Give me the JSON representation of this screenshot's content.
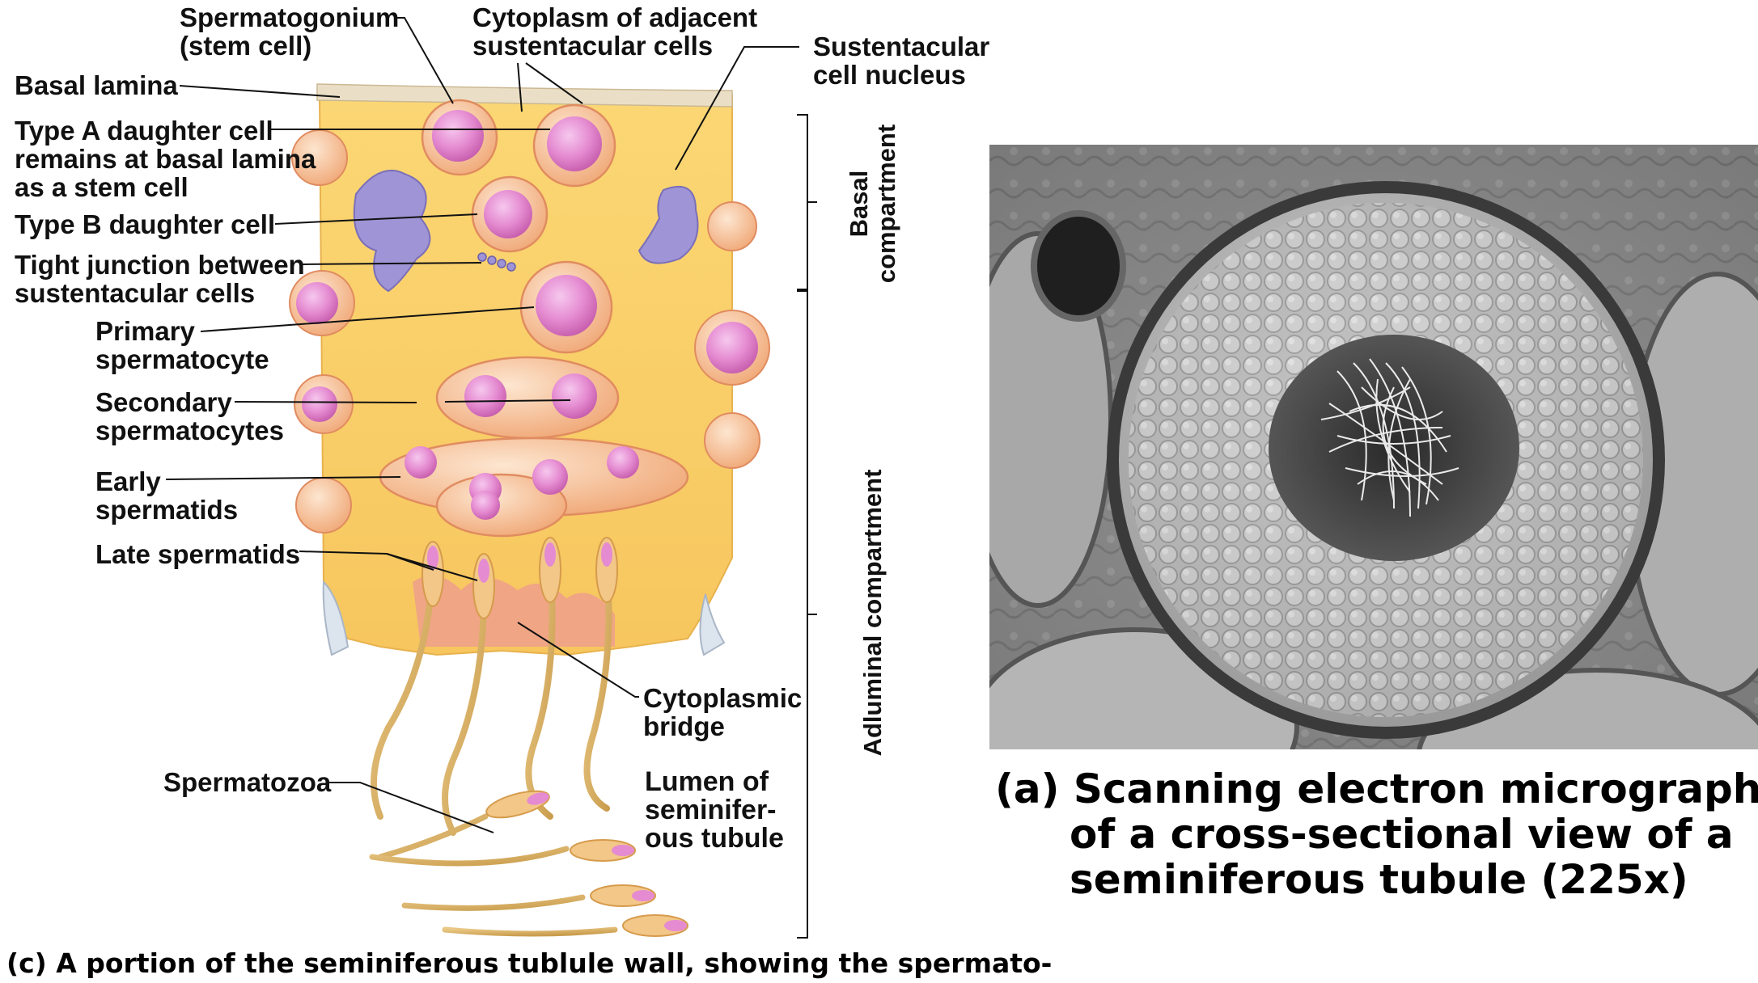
{
  "labels": {
    "spermatogonium": [
      "Spermatogonium",
      "(stem cell)"
    ],
    "cytoplasm_adjacent": [
      "Cytoplasm of adjacent",
      "sustentacular cells"
    ],
    "sustentacular_nucleus": [
      "Sustentacular",
      "cell nucleus"
    ],
    "basal_lamina": "Basal lamina",
    "type_a": [
      "Type A daughter cell",
      "remains at basal lamina",
      "as a stem cell"
    ],
    "type_b": "Type B daughter cell",
    "tight_junction": [
      "Tight junction between",
      "sustentacular cells"
    ],
    "primary": [
      "Primary",
      "spermatocyte"
    ],
    "secondary": [
      "Secondary",
      "spermatocytes"
    ],
    "early": [
      "Early",
      "spermatids"
    ],
    "late": "Late spermatids",
    "cytoplasmic_bridge": [
      "Cytoplasmic",
      "bridge"
    ],
    "spermatozoa": "Spermatozoa",
    "lumen": [
      "Lumen of",
      "seminifer-",
      "ous tubule"
    ]
  },
  "compartments": {
    "basal": [
      "Basal",
      "compartment"
    ],
    "adluminal": "Adluminal compartment"
  },
  "captions": {
    "c": "(c)  A portion of the seminiferous tublule wall, showing the spermato-",
    "a_lines": [
      "(a) Scanning electron micrograph",
      "of a cross-sectional view of a",
      "seminiferous tubule (225x)"
    ]
  },
  "colors": {
    "cytoplasm": "#f9d06a",
    "cell_membrane": "#f2b47e",
    "nucleus": "#dc78c4",
    "sustentacular_nucleus": "#9a8ccf",
    "basal_lamina": "#eadfc6",
    "sperm_body": "#e7c27a"
  }
}
